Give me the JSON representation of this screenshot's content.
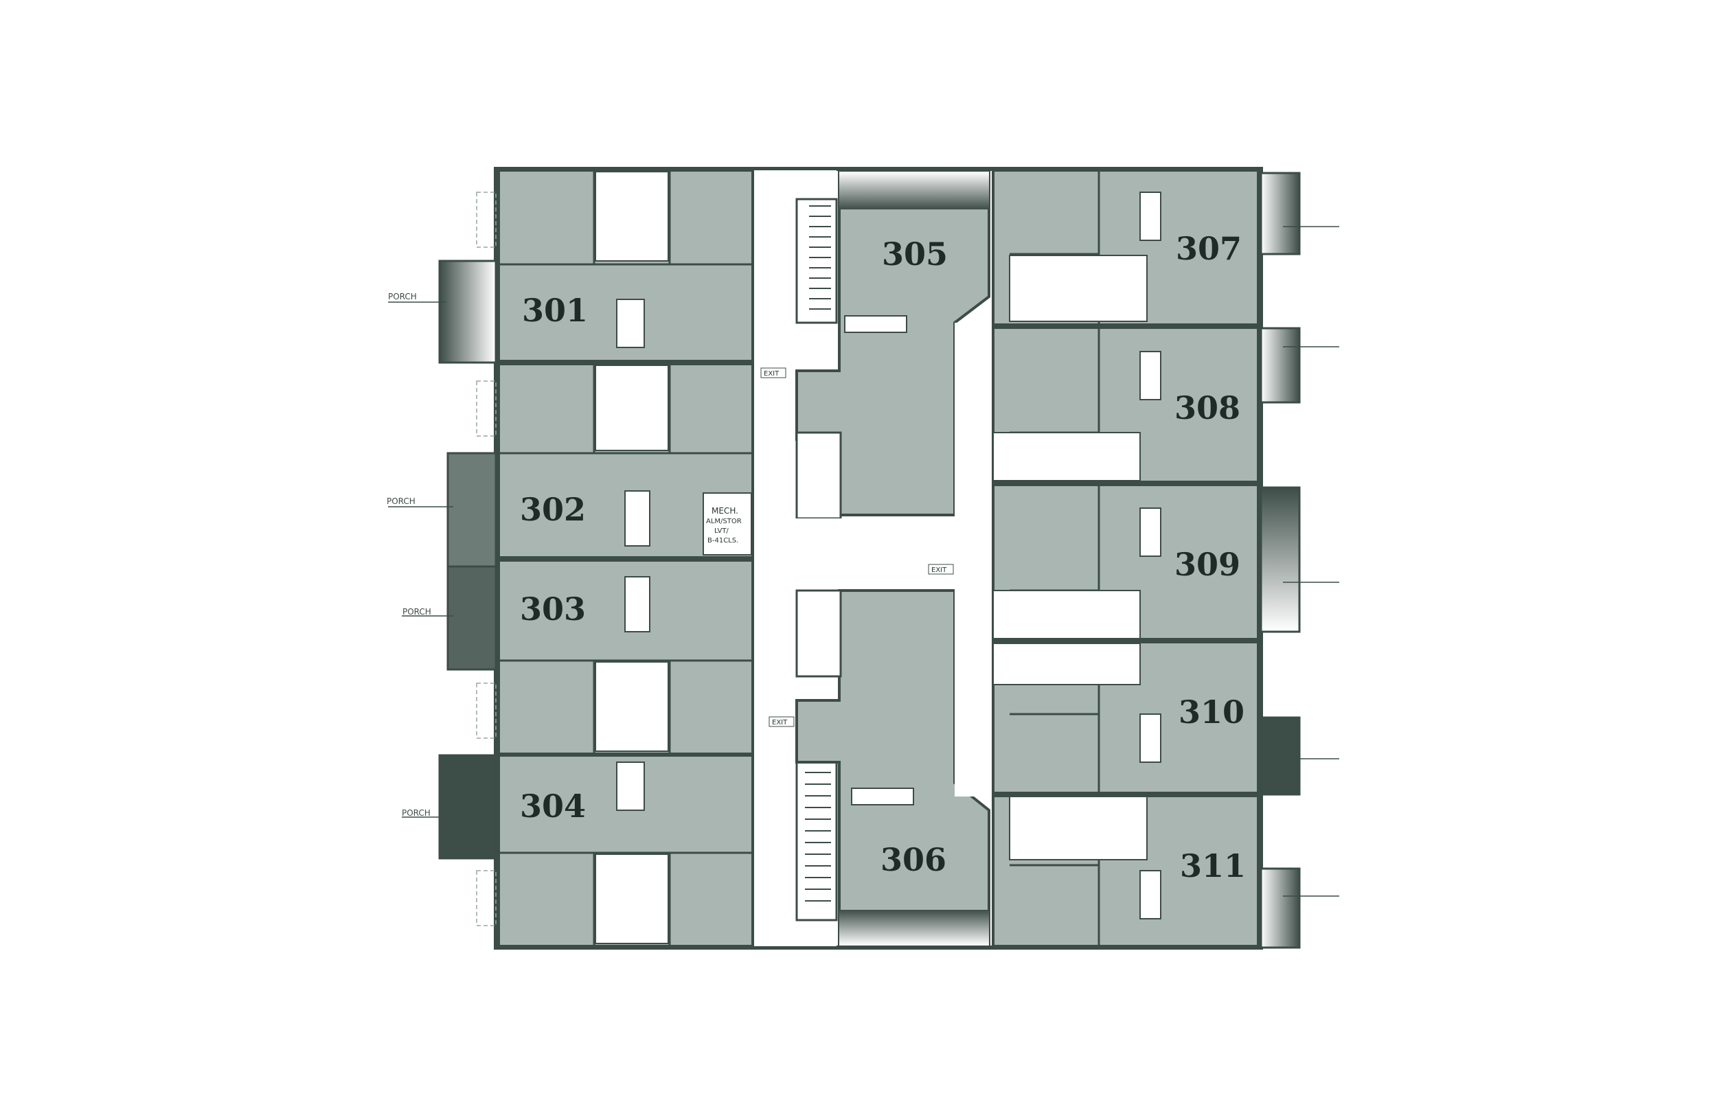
{
  "colors": {
    "unit_fill": "#aab6b1",
    "wall": "#3c4c46",
    "corridor": "#ffffff",
    "porch_dark": "#3d4d47",
    "porch_mid": "#6d7c76",
    "text": "#1f2b27"
  },
  "units": [
    "301",
    "302",
    "303",
    "304",
    "305",
    "306",
    "307",
    "308",
    "309",
    "310",
    "311"
  ],
  "labels": {
    "porch": "PORCH",
    "exit": "EXIT",
    "mech": "MECH.",
    "alm_stor": "ALM/STOR",
    "lvt": "LVT/",
    "bldg": "B-41CLS."
  }
}
